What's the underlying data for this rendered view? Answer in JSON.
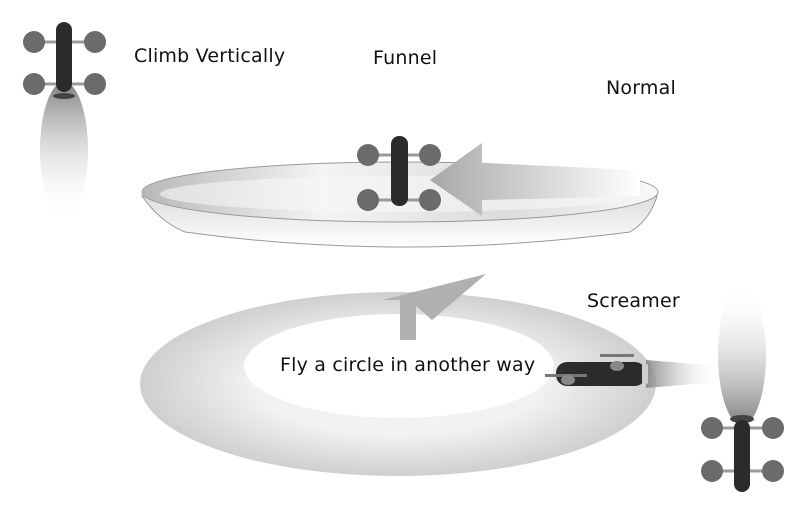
{
  "labels": {
    "climb_vertically": "Climb Vertically",
    "funnel": "Funnel",
    "normal": "Normal",
    "screamer": "Screamer",
    "circle_caption": "Fly a circle in another way"
  },
  "colors": {
    "drone_body": "#2b2b2b",
    "rotor": "#6b6b6b",
    "arrow_gray": "#b3b3b3",
    "background": "#ffffff"
  }
}
